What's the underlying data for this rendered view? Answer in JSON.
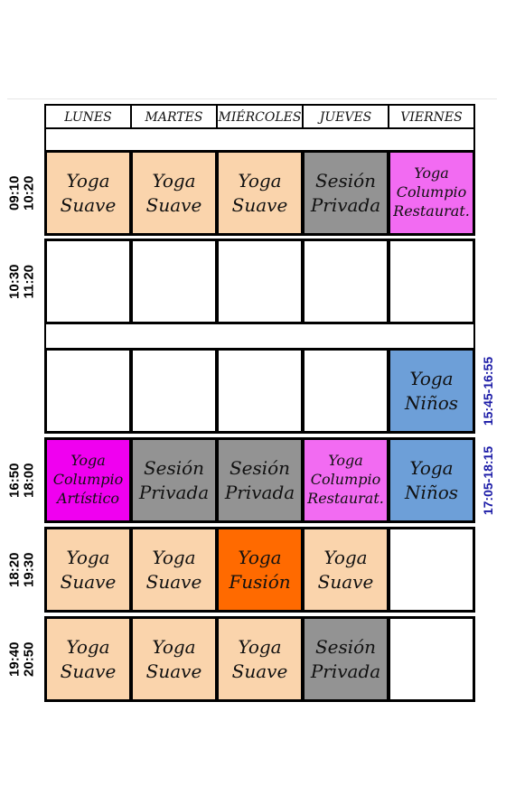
{
  "colors": {
    "suave": "#fad4ac",
    "privada": "#939393",
    "restaurativo": "#f26bf2",
    "artistico": "#f000f0",
    "ninos": "#6d9fd8",
    "fusion": "#ff6a00",
    "side_text": "#1a1aa6"
  },
  "days": [
    "LUNES",
    "MARTES",
    "MIÉRCOLES",
    "JUEVES",
    "VIERNES"
  ],
  "time_slots": [
    {
      "start": "09:10",
      "end": "10:20"
    },
    {
      "start": "10:30",
      "end": "11:20"
    },
    {
      "start": "16:50",
      "end": "18:00"
    },
    {
      "start": "18:20",
      "end": "19:30"
    },
    {
      "start": "19:40",
      "end": "20:50"
    }
  ],
  "side_labels": [
    "15:45-16:55",
    "17:05-18:15"
  ],
  "schedule": [
    [
      {
        "lines": [
          "Yoga",
          "Suave"
        ],
        "style": "suave"
      },
      {
        "lines": [
          "Yoga",
          "Suave"
        ],
        "style": "suave"
      },
      {
        "lines": [
          "Yoga",
          "Suave"
        ],
        "style": "suave"
      },
      {
        "lines": [
          "Sesión",
          "Privada"
        ],
        "style": "privada"
      },
      {
        "lines": [
          "Yoga",
          "Columpio",
          "Restaurat."
        ],
        "style": "restaurativo"
      }
    ],
    [
      {
        "lines": [],
        "style": "empty"
      },
      {
        "lines": [],
        "style": "empty"
      },
      {
        "lines": [],
        "style": "empty"
      },
      {
        "lines": [],
        "style": "empty"
      },
      {
        "lines": [],
        "style": "empty"
      }
    ],
    [
      {
        "lines": [],
        "style": "empty"
      },
      {
        "lines": [],
        "style": "empty"
      },
      {
        "lines": [],
        "style": "empty"
      },
      {
        "lines": [],
        "style": "empty"
      },
      {
        "lines": [
          "Yoga",
          "Niños"
        ],
        "style": "ninos"
      }
    ],
    [
      {
        "lines": [
          "Yoga",
          "Columpio",
          "Artístico"
        ],
        "style": "artistico"
      },
      {
        "lines": [
          "Sesión",
          "Privada"
        ],
        "style": "privada"
      },
      {
        "lines": [
          "Sesión",
          "Privada"
        ],
        "style": "privada"
      },
      {
        "lines": [
          "Yoga",
          "Columpio",
          "Restaurat."
        ],
        "style": "restaurativo"
      },
      {
        "lines": [
          "Yoga",
          "Niños"
        ],
        "style": "ninos"
      }
    ],
    [
      {
        "lines": [
          "Yoga",
          "Suave"
        ],
        "style": "suave"
      },
      {
        "lines": [
          "Yoga",
          "Suave"
        ],
        "style": "suave"
      },
      {
        "lines": [
          "Yoga",
          "Fusión"
        ],
        "style": "fusion"
      },
      {
        "lines": [
          "Yoga",
          "Suave"
        ],
        "style": "suave"
      },
      {
        "lines": [],
        "style": "empty"
      }
    ],
    [
      {
        "lines": [
          "Yoga",
          "Suave"
        ],
        "style": "suave"
      },
      {
        "lines": [
          "Yoga",
          "Suave"
        ],
        "style": "suave"
      },
      {
        "lines": [
          "Yoga",
          "Suave"
        ],
        "style": "suave"
      },
      {
        "lines": [
          "Sesión",
          "Privada"
        ],
        "style": "privada"
      },
      {
        "lines": [],
        "style": "empty"
      }
    ]
  ]
}
